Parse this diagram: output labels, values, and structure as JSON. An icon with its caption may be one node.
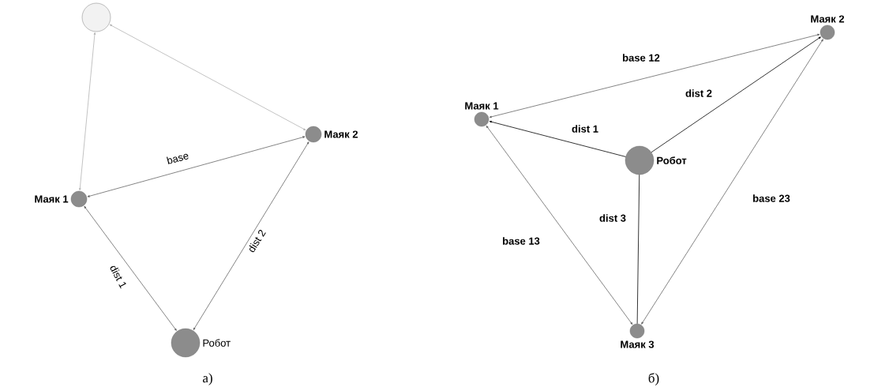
{
  "diagram": {
    "nodes": [
      {
        "text": [],
        "shape": "circle"
      },
      {
        "text": [
          "Маяк 1"
        ]
      },
      {
        "text": [
          "Маяк 2"
        ]
      },
      {
        "text": [
          "Робот"
        ]
      },
      {
        "text": [
          "Маяк 1"
        ]
      },
      {
        "text": [
          "Маяк 2"
        ]
      },
      {
        "text": [
          "Робот"
        ]
      },
      {
        "text": [
          "Маяк 3"
        ]
      }
    ],
    "edges": [
      {
        "from": 0,
        "to": 1,
        "arrow": "both",
        "color": "#b4b4b4"
      },
      {
        "from": 0,
        "to": 2,
        "arrow": "both",
        "color": "#b4b4b4"
      },
      {
        "from": 1,
        "to": 2,
        "arrow": "both",
        "label": "base"
      },
      {
        "from": 1,
        "to": 3,
        "arrow": "both",
        "label": "dist 1"
      },
      {
        "from": 2,
        "to": 3,
        "arrow": "both",
        "label": "dist 2"
      },
      {
        "from": 4,
        "to": 5,
        "arrow": "both",
        "label": "base 12"
      },
      {
        "from": 6,
        "to": 4,
        "arrow": "to",
        "label": "dist 1",
        "color": "#000000"
      },
      {
        "from": 6,
        "to": 5,
        "arrow": "to",
        "label": "dist 2",
        "color": "#000000"
      },
      {
        "from": 6,
        "to": 7,
        "arrow": "none",
        "label": "dist 3",
        "color": "#000000"
      },
      {
        "from": 4,
        "to": 7,
        "arrow": "both",
        "label": "base 13"
      },
      {
        "from": 5,
        "to": 7,
        "arrow": "both",
        "label": "base 23"
      }
    ],
    "labels": [
      "а)",
      "б)"
    ]
  }
}
